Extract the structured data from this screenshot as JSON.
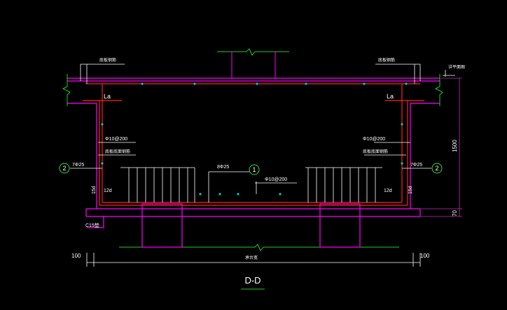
{
  "drawing": {
    "section_title": "D-D",
    "labels": {
      "top_left_note": "底板钢筋",
      "top_right_note": "底板钢筋",
      "far_right_note": "详平面图",
      "anchor_left": "La",
      "anchor_right": "La",
      "rebar_left_spec": "Φ10@200",
      "rebar_right_spec": "Φ10@200",
      "rebar_left_note": "底板底面钢筋",
      "rebar_right_note": "底板底面钢筋",
      "main_bar_left": "7Φ25",
      "main_bar_right": "7Φ25",
      "bottom_bar": "8Φ25",
      "bottom_stirrup": "Φ10@200",
      "lap_left": "12d",
      "lap_right": "12d",
      "hook_left": "15d",
      "hook_right": "15d",
      "bedding_note": "C15垫",
      "bottom_dim_mid": "承台宽",
      "dim_left": "100",
      "dim_right": "100",
      "dim_height": "1500",
      "dim_bedding": "70",
      "callout_1": "1",
      "callout_2_left": "2",
      "callout_2_right": "2"
    }
  },
  "colors": {
    "background": "#000000",
    "outline": "#ff00ff",
    "rebar": "#ff2020",
    "dimension": "#ffffff",
    "ground_line": "#22cc22",
    "callout": "#33dd33",
    "stirrup": "#ffffff",
    "dot": "#00cccc",
    "dim_line": "#bb33bb"
  }
}
